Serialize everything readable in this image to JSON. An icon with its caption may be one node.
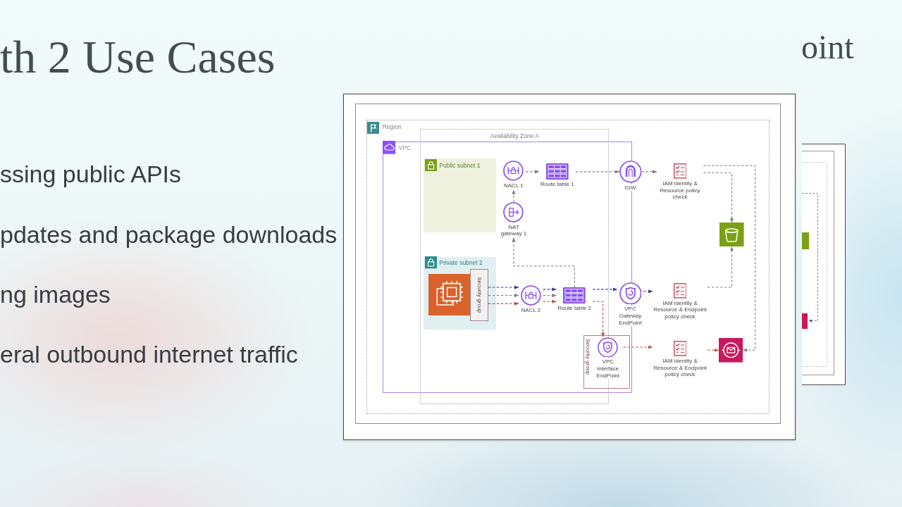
{
  "diagram": {
    "title": "th 2 Use Cases",
    "nodes": [
      {
        "text": [],
        "shape": "box"
      },
      {
        "text": [
          "Region"
        ],
        "in": 0
      },
      {
        "text": [
          "Availability Zone A"
        ],
        "in": 1
      },
      {
        "text": [
          "VPC"
        ],
        "in": 1
      },
      {
        "text": [
          "Public subnet 1"
        ],
        "in": 2
      },
      {
        "text": [
          "NACL 1"
        ],
        "in": 2
      },
      {
        "text": [
          "Route table 1"
        ],
        "in": 2
      },
      {
        "text": [
          "IGW"
        ],
        "in": 1
      },
      {
        "text": [
          "IAM identity & Resource policy check"
        ],
        "in": 1
      },
      {
        "text": [],
        "shape": "picture",
        "in": 1
      },
      {
        "text": [
          "NAT gateway 1"
        ],
        "in": 2
      },
      {
        "text": [
          "Private subnet 2"
        ],
        "in": 2
      },
      {
        "text": [],
        "shape": "picture",
        "in": 11
      },
      {
        "text": [
          "Security group"
        ],
        "in": 11
      },
      {
        "text": [
          "NACL 2"
        ],
        "in": 2
      },
      {
        "text": [
          "Route table 2"
        ],
        "in": 2
      },
      {
        "text": [
          "VPC Gateway EndPoint"
        ],
        "in": 1
      },
      {
        "text": [
          "IAM identity & Resource & Endpoint policy check"
        ],
        "in": 1
      },
      {
        "text": [
          "Security group"
        ],
        "in": 3
      },
      {
        "text": [
          "VPC interface EndPoint"
        ],
        "in": 18
      },
      {
        "text": [
          "IAM identity & Resource & Endpoint policy check"
        ],
        "in": 1
      },
      {
        "text": [],
        "shape": "picture",
        "in": 1
      }
    ],
    "edges": [
      {
        "from": 5,
        "to": 6,
        "arrow": "to",
        "style": "dashed"
      },
      {
        "from": 6,
        "to": 7,
        "arrow": "to",
        "style": "dashed"
      },
      {
        "from": 7,
        "to": 8,
        "arrow": "to",
        "style": "dashed"
      },
      {
        "from": 8,
        "to": 9,
        "arrow": "to",
        "style": "dashed"
      },
      {
        "from": 8,
        "to": 21,
        "arrow": "to",
        "style": "dashed"
      },
      {
        "from": 10,
        "to": 5,
        "arrow": "to",
        "style": "dashed"
      },
      {
        "from": 15,
        "to": 10,
        "arrow": "to",
        "style": "dashed"
      },
      {
        "from": 13,
        "to": 14,
        "arrow": "to",
        "style": "dashed",
        "color": "#3b3b9e"
      },
      {
        "from": 13,
        "to": 14,
        "arrow": "to",
        "style": "dashed"
      },
      {
        "from": 13,
        "to": 14,
        "arrow": "to",
        "style": "dashed",
        "color": "#c0504d"
      },
      {
        "from": 14,
        "to": 15,
        "arrow": "to",
        "style": "dashed",
        "color": "#3b3b9e"
      },
      {
        "from": 14,
        "to": 15,
        "arrow": "to",
        "style": "dashed"
      },
      {
        "from": 14,
        "to": 15,
        "arrow": "to",
        "style": "dashed",
        "color": "#c0504d"
      },
      {
        "from": 15,
        "to": 16,
        "arrow": "to",
        "style": "dashed",
        "color": "#3b3b9e"
      },
      {
        "from": 15,
        "to": 19,
        "arrow": "to",
        "style": "dashed",
        "color": "#c0504d"
      },
      {
        "from": 16,
        "to": 17,
        "arrow": "to",
        "style": "dashed",
        "color": "#3b3b9e"
      },
      {
        "from": 17,
        "to": 9,
        "arrow": "to",
        "style": "dashed"
      },
      {
        "from": 19,
        "to": 20,
        "arrow": "to",
        "style": "dashed",
        "color": "#c0504d"
      },
      {
        "from": 20,
        "to": 21,
        "arrow": "to",
        "style": "dashed",
        "color": "#c0504d"
      }
    ],
    "labels": [
      "oint",
      "ssing public APIs",
      "pdates and package downloads",
      "ng images",
      "eral outbound internet traffic"
    ]
  }
}
